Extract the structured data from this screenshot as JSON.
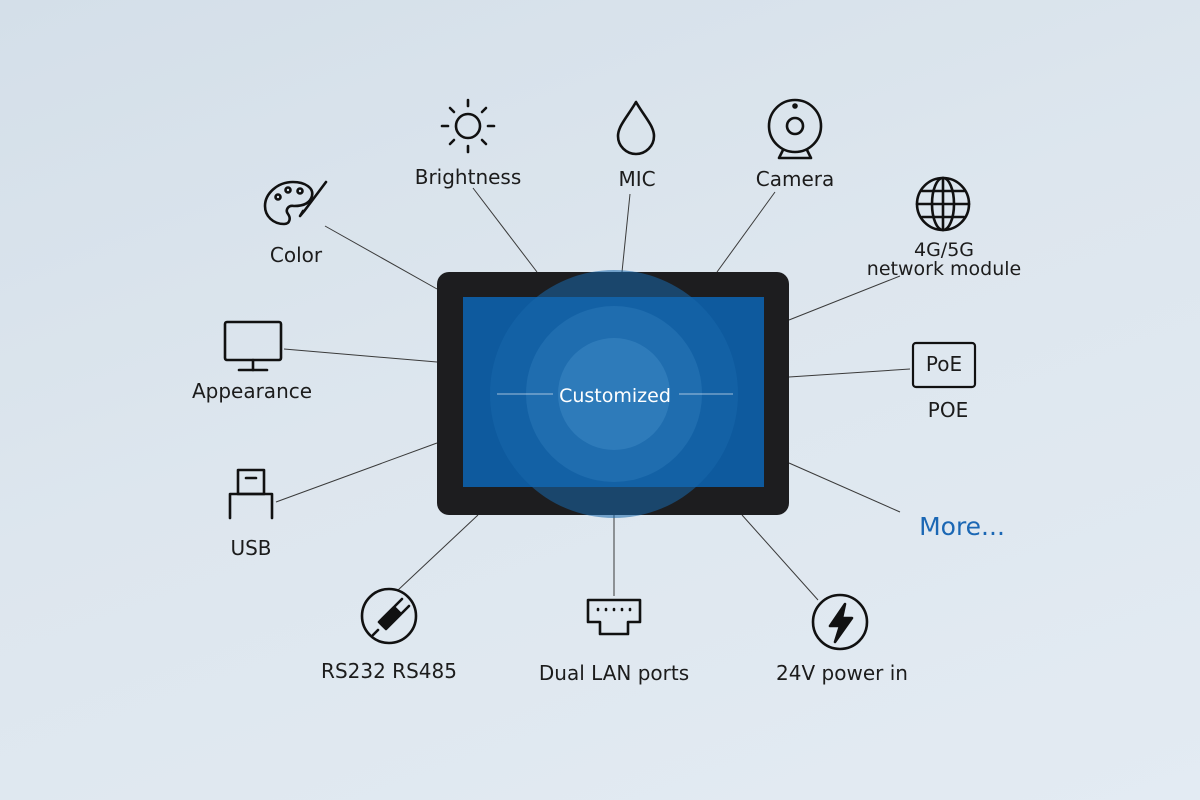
{
  "screen": {
    "text": "Customized"
  },
  "features": {
    "brightness": "Brightness",
    "mic": "MIC",
    "camera": "Camera",
    "color": "Color",
    "network_line1": "4G/5G",
    "network_line2": "network module",
    "appearance": "Appearance",
    "poe_icon_text": "PoE",
    "poe": "POE",
    "usb": "USB",
    "more": "More...",
    "rs": "RS232 RS485",
    "lan": "Dual LAN ports",
    "power": "24V power in"
  },
  "colors": {
    "screen_blue": "#0e5a9e",
    "bezel": "#1d1d1f",
    "more_link": "#1b67b4",
    "lines": "#3a3a3a"
  }
}
